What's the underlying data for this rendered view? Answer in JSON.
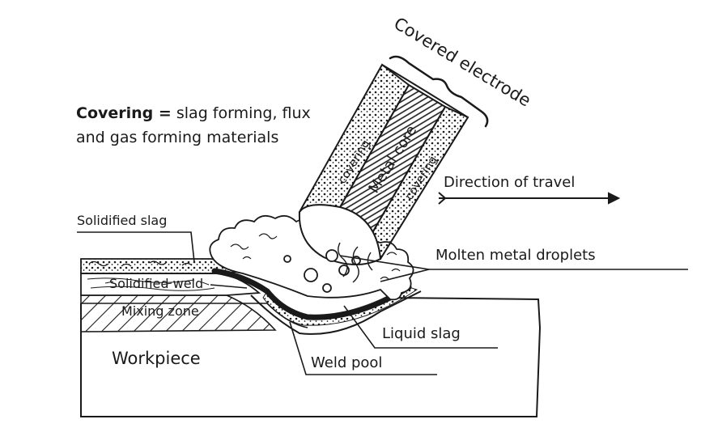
{
  "note": {
    "bold_part": "Covering =",
    "line1_rest": " slag forming, flux",
    "line2": "and gas forming materials"
  },
  "labels": {
    "covered_electrode": "Covered electrode",
    "covering_left": "covering",
    "metal_core": "Metal core",
    "covering_right": "covering",
    "direction_of_travel": "Direction of travel",
    "solidified_slag": "Solidified slag",
    "molten_metal_droplets": "Molten metal droplets",
    "solidified_weld": "Solidified weld",
    "mixing_zone": "Mixing zone",
    "liquid_slag": "Liquid slag",
    "workpiece": "Workpiece",
    "weld_pool": "Weld pool"
  },
  "colors": {
    "ink": "#1a1a1a",
    "background": "#ffffff"
  }
}
